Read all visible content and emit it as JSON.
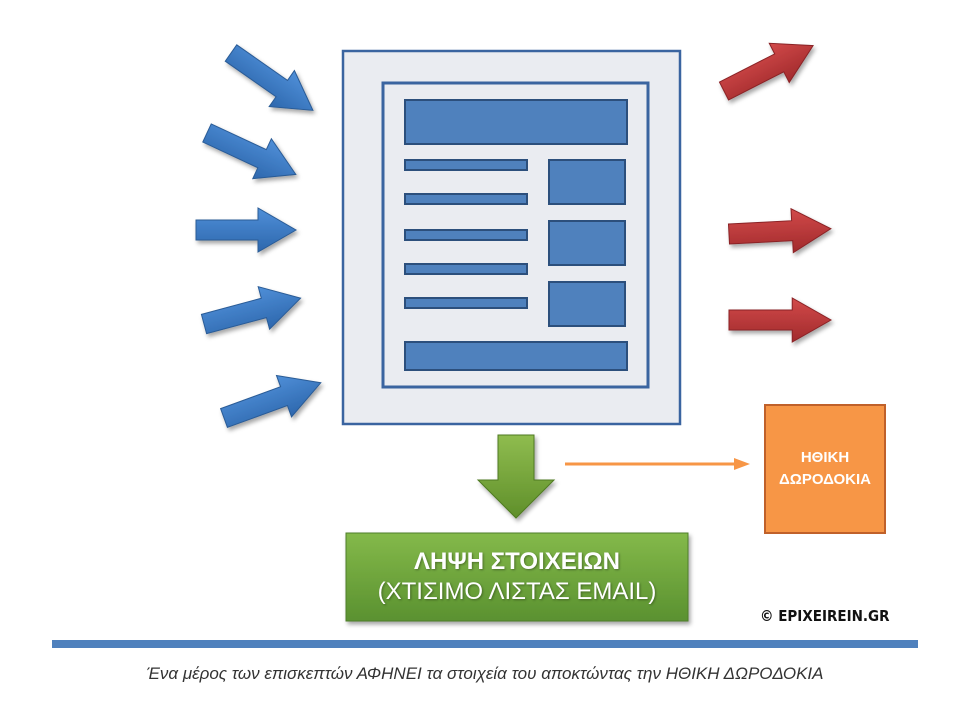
{
  "green_box": {
    "line1": "ΛΗΨΗ ΣΤΟΙΧΕΙΩΝ",
    "line2": "(ΧΤΙΣΙΜΟ ΛΙΣΤΑΣ EMAIL)"
  },
  "orange_box": {
    "line1": "ΗΘΙΚΗ",
    "line2": "ΔΩΡΟΔΟΚΙΑ"
  },
  "copyright": "© EPIXEIREIN.GR",
  "caption": "Ένα μέρος των επισκεπτών ΑΦΗΝΕΙ τα στοιχεία του αποκτώντας την ΗΘΙΚΗ ΔΩΡΟΔΟΚΙΑ",
  "colors": {
    "blue_arrow": "#3f7fcb",
    "red_arrow": "#c0393b",
    "green_arrow": "#77a33a",
    "green_box": "#6ca63a",
    "orange_box": "#f79646",
    "page_fill": "#eaecf1",
    "page_stroke": "#3a64a0",
    "divider": "#4f81bd"
  },
  "incoming_arrows_count": 5,
  "outgoing_arrows_count": 3
}
